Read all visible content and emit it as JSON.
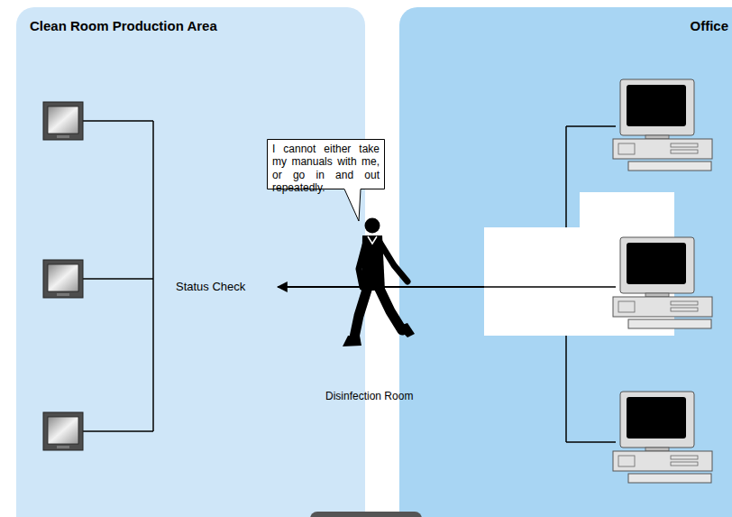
{
  "diagram": {
    "nodes": [
      {
        "text": [
          "Clean Room Production Area"
        ]
      },
      {
        "text": [
          "Office"
        ]
      },
      {
        "text": [
          "I cannot either take my manuals with me, or go in and out repeatedly."
        ]
      }
    ],
    "labels": [
      "Status Check",
      "Disinfection Room"
    ]
  }
}
